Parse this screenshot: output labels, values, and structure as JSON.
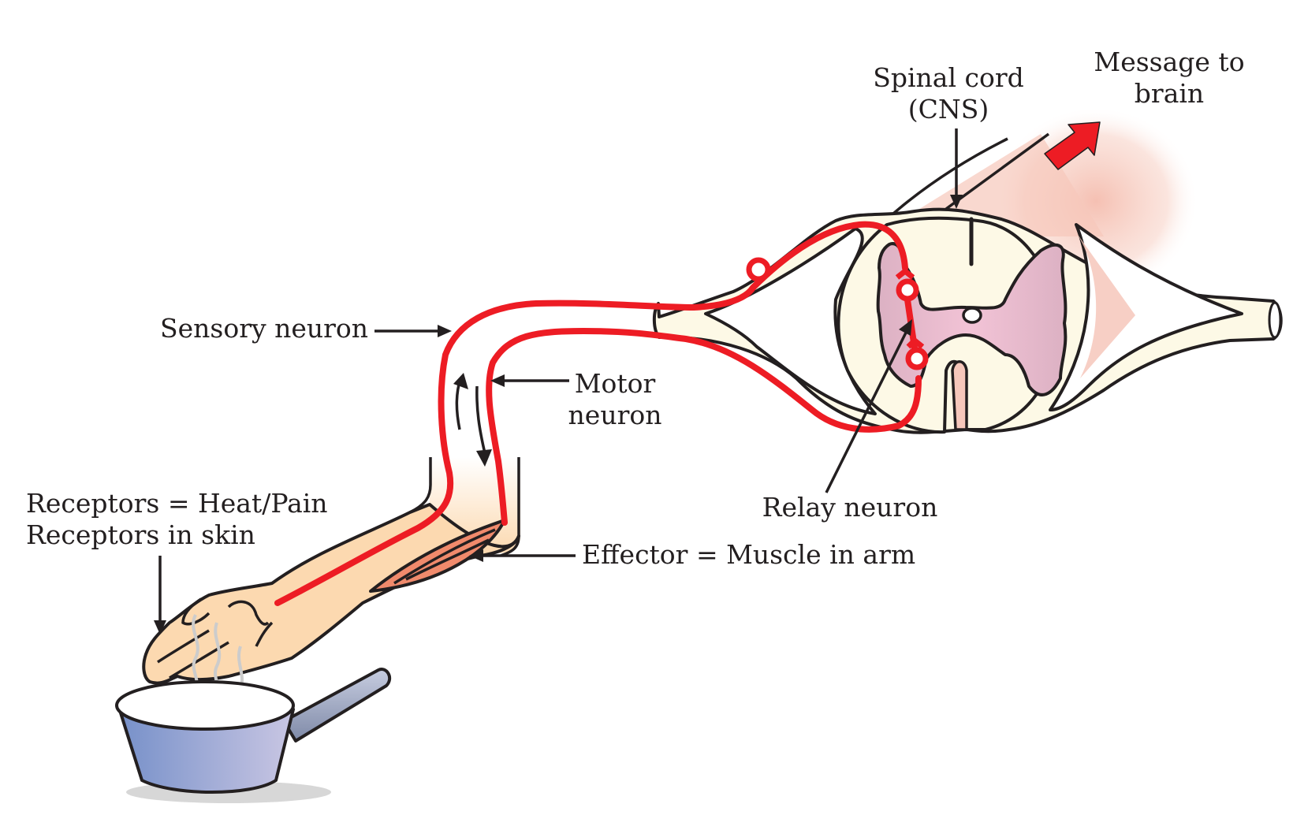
{
  "title": "Reflex arc: withdrawing hand from a hot pan",
  "labels": {
    "spinal_cord_line1": "Spinal cord",
    "spinal_cord_line2": "(CNS)",
    "message_line1": "Message to",
    "message_line2": "brain",
    "sensory_neuron": "Sensory neuron",
    "motor_line1": "Motor",
    "motor_line2": "neuron",
    "relay_neuron": "Relay neuron",
    "receptors_line1": "Receptors = Heat/Pain",
    "receptors_line2": "Receptors in skin",
    "effector": "Effector = Muscle in arm"
  },
  "colors": {
    "nerve": "#ed1c24",
    "skin": "#fcd9b0",
    "white_matter": "#fdf9e6",
    "grey_matter": "#efc2d4",
    "muscle": "#f08a6c",
    "pan": "#8f9fd4",
    "outline": "#231f20"
  }
}
